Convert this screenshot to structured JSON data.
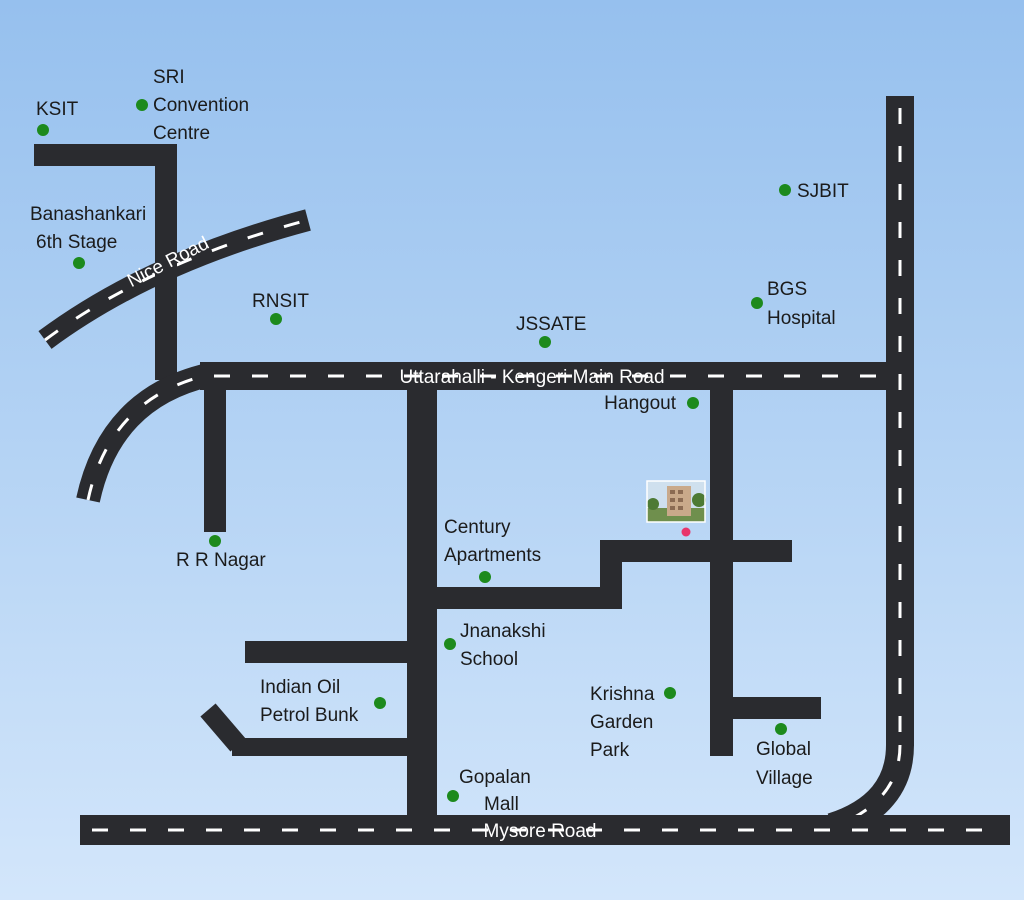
{
  "roads": {
    "main": "Uttarahalli - Kengeri Main Road",
    "mysore": "Mysore Road",
    "nice": "Nice Road"
  },
  "pois": {
    "ksit": [
      "KSIT"
    ],
    "sri_convention": [
      "SRI",
      "Convention",
      "Centre"
    ],
    "banashankari": [
      "Banashankari",
      "6th Stage"
    ],
    "rnsit": [
      "RNSIT"
    ],
    "jssate": [
      "JSSATE"
    ],
    "sjbit": [
      "SJBIT"
    ],
    "bgs": [
      "BGS",
      "Hospital"
    ],
    "hangout": [
      "Hangout"
    ],
    "rr_nagar": [
      "R R Nagar"
    ],
    "century": [
      "Century",
      "Apartments"
    ],
    "jnanakshi": [
      "Jnanakshi",
      "School"
    ],
    "indian_oil": [
      "Indian Oil",
      "Petrol Bunk"
    ],
    "krishna": [
      "Krishna",
      "Garden",
      "Park"
    ],
    "global_village": [
      "Global",
      "Village"
    ],
    "gopalan": [
      "Gopalan",
      "Mall"
    ]
  },
  "colors": {
    "road": "#2a2b2f",
    "poi_dot": "#1d8a1d",
    "site_marker": "#e8356b",
    "sky_top": "#96c0ee",
    "sky_bottom": "#d3e6fb"
  }
}
